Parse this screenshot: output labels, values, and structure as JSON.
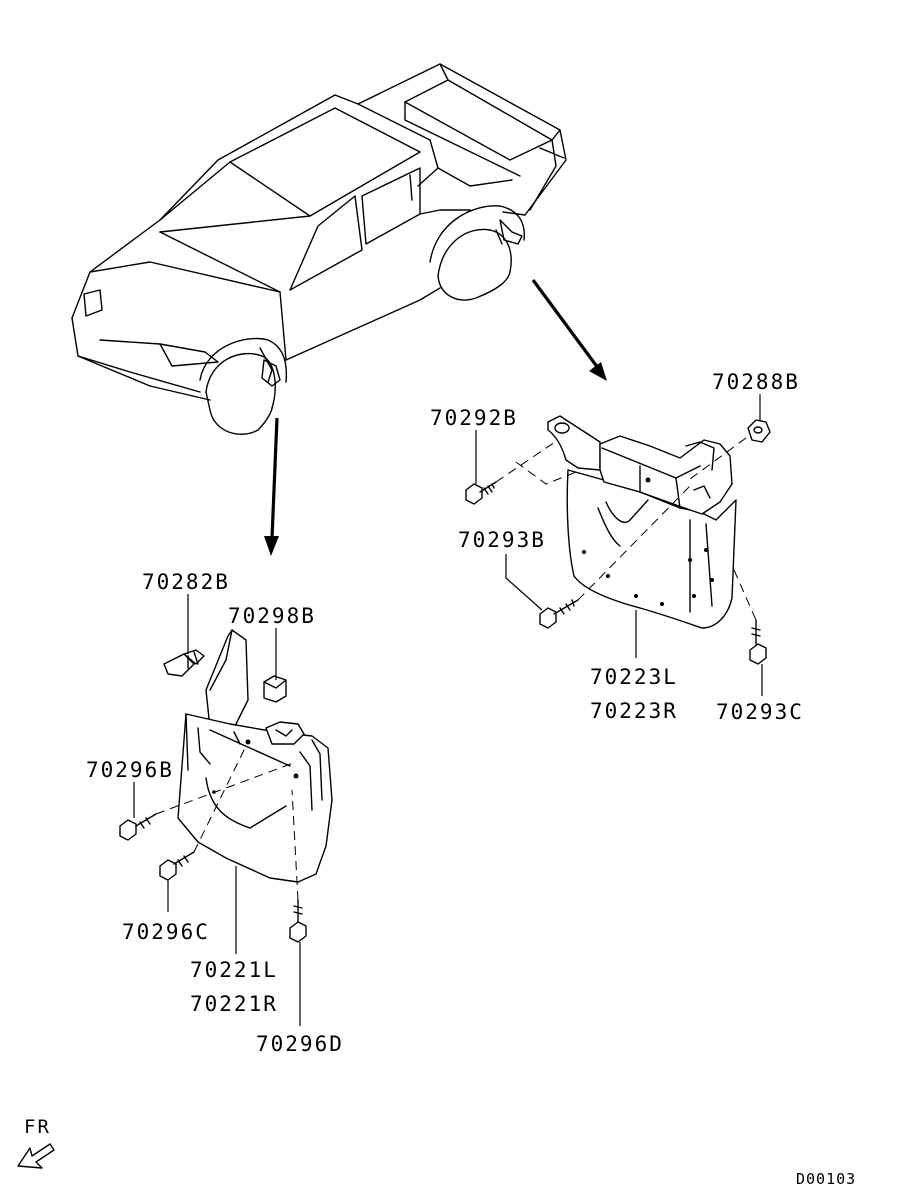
{
  "labels": {
    "p70288B": "70288B",
    "p70292B": "70292B",
    "p70293B": "70293B",
    "p70223L": "70223L",
    "p70223R": "70223R",
    "p70293C": "70293C",
    "p70282B": "70282B",
    "p70298B": "70298B",
    "p70296B": "70296B",
    "p70296C": "70296C",
    "p70221L": "70221L",
    "p70221R": "70221R",
    "p70296D": "70296D"
  },
  "orientation": {
    "label": "FR"
  },
  "diagram_code": "D00103",
  "icons": [
    "pickup-truck-outline",
    "front-direction-arrow",
    "bolt-icon",
    "clip-icon",
    "nut-icon",
    "mud-guard-part"
  ]
}
